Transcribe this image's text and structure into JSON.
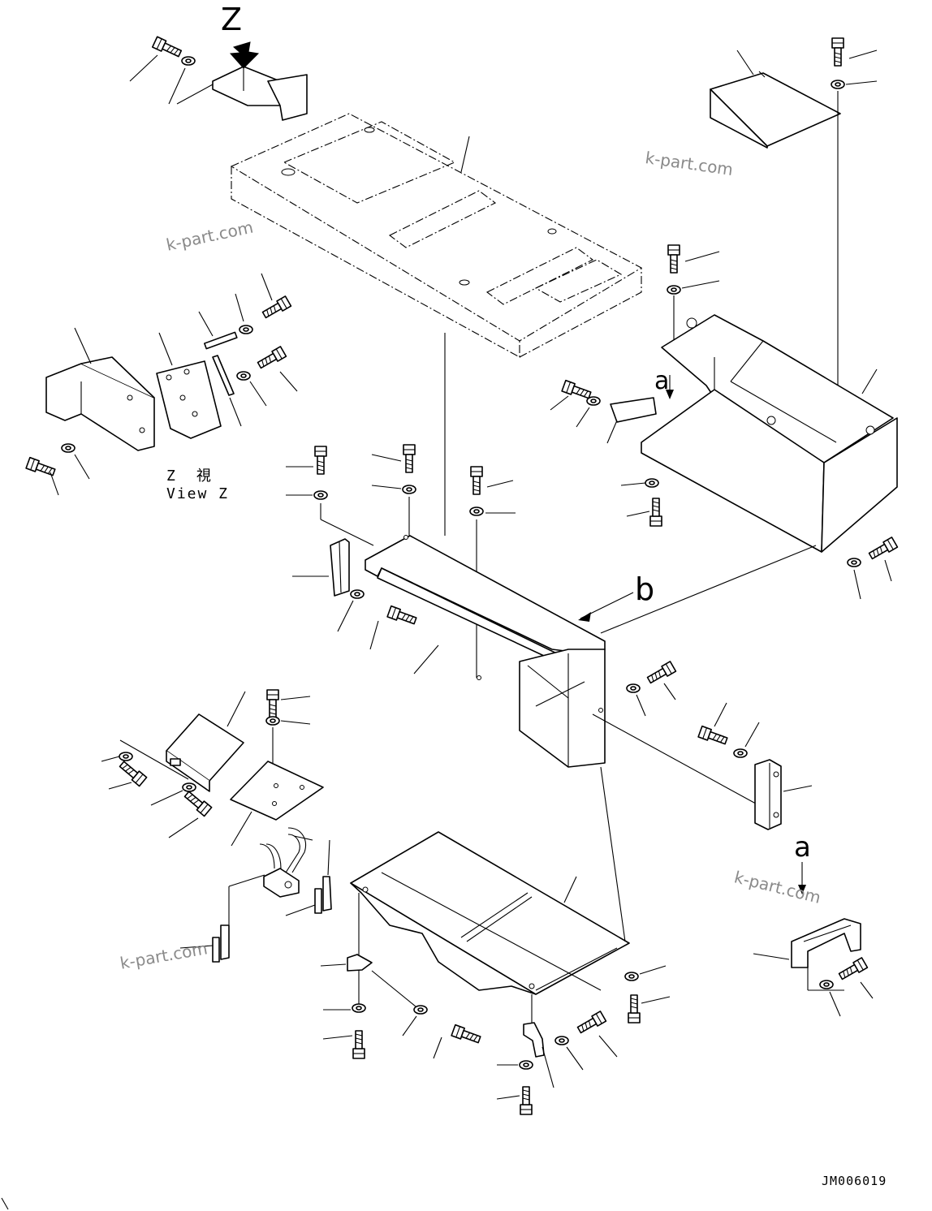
{
  "labels": {
    "view_letter": "Z",
    "view_jp": "Z　視",
    "view_en": "View Z",
    "ref_a_top": "a",
    "ref_b": "b",
    "ref_a_bottom": "a",
    "drawing_number": "JM006019"
  },
  "watermarks": [
    "k-part.com",
    "k-part.com",
    "k-part.com",
    "k-part.com"
  ]
}
